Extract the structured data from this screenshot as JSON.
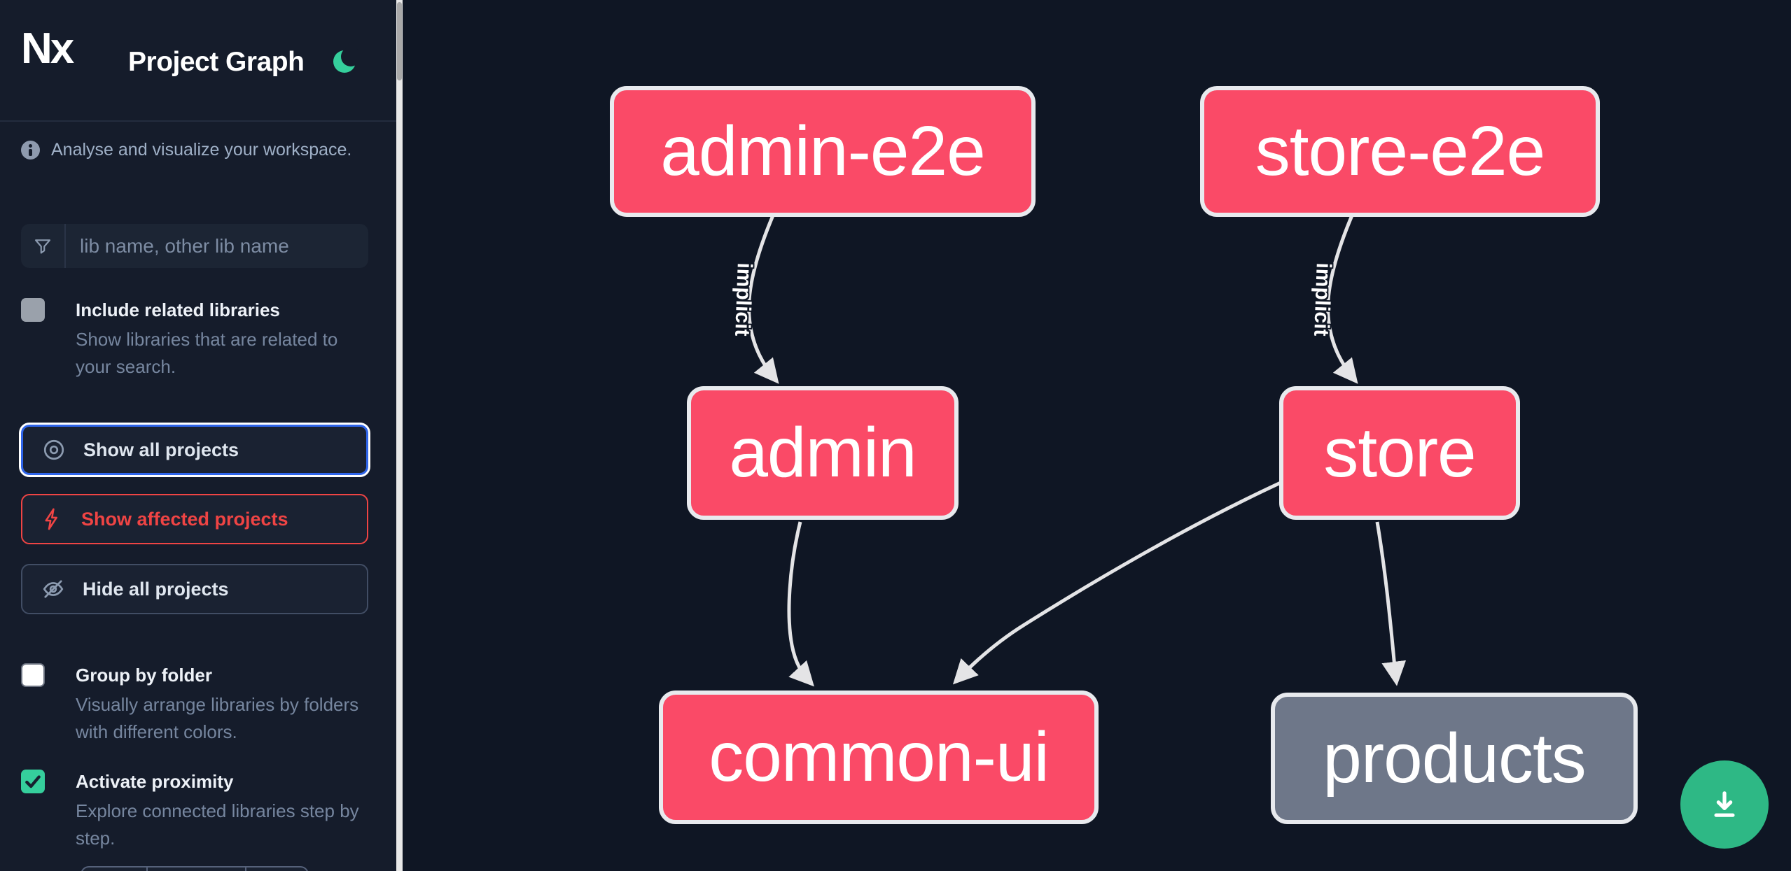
{
  "app": {
    "title": "Project Graph",
    "logo_text": "Nx"
  },
  "sidebar": {
    "tagline": "Analyse and visualize your workspace.",
    "search_placeholder": "lib name, other lib name",
    "include_related": {
      "label": "Include related libraries",
      "desc": "Show libraries that are related to your search.",
      "checked": false
    },
    "group_by_folder": {
      "label": "Group by folder",
      "desc": "Visually arrange libraries by folders with different colors.",
      "checked": false
    },
    "activate_proximity": {
      "label": "Activate proximity",
      "desc": "Explore connected libraries step by step.",
      "checked": true
    },
    "show_all_label": "Show all projects",
    "show_affected_label": "Show affected projects",
    "hide_all_label": "Hide all projects"
  },
  "graph": {
    "nodes": [
      {
        "id": "admin-e2e",
        "label": "admin-e2e",
        "kind": "project"
      },
      {
        "id": "store-e2e",
        "label": "store-e2e",
        "kind": "project"
      },
      {
        "id": "admin",
        "label": "admin",
        "kind": "project"
      },
      {
        "id": "store",
        "label": "store",
        "kind": "project"
      },
      {
        "id": "common-ui",
        "label": "common-ui",
        "kind": "project"
      },
      {
        "id": "products",
        "label": "products",
        "kind": "project-muted"
      }
    ],
    "edges": [
      {
        "from": "admin-e2e",
        "to": "admin",
        "label": "implicit"
      },
      {
        "from": "store-e2e",
        "to": "store",
        "label": "implicit"
      },
      {
        "from": "admin",
        "to": "common-ui",
        "label": ""
      },
      {
        "from": "store",
        "to": "common-ui",
        "label": ""
      },
      {
        "from": "store",
        "to": "products",
        "label": ""
      }
    ]
  },
  "fab": {
    "icon": "download-icon"
  },
  "colors": {
    "node_pink": "#fa4a67",
    "node_gray": "#6e7789",
    "accent_blue": "#2f65ea",
    "accent_red": "#ef4444",
    "fab_green": "#2eb885",
    "moon_green": "#35cf9c",
    "edge_gray": "#e4e4e6"
  }
}
